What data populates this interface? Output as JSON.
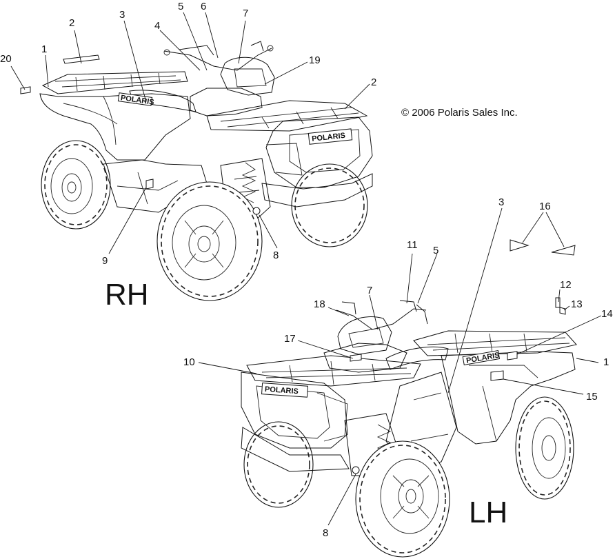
{
  "copyright": "© 2006 Polaris Sales Inc.",
  "views": {
    "rh": {
      "label": "RH",
      "brand": "POLARIS",
      "callouts": [
        "20",
        "1",
        "2",
        "3",
        "4",
        "5",
        "6",
        "7",
        "19",
        "2",
        "9",
        "8"
      ]
    },
    "lh": {
      "label": "LH",
      "brand": "POLARIS",
      "callouts": [
        "3",
        "16",
        "11",
        "5",
        "12",
        "13",
        "14",
        "18",
        "7",
        "17",
        "10",
        "1",
        "15",
        "8"
      ]
    }
  },
  "icons": {
    "rh_view": "atv-right-side-drawing",
    "lh_view": "atv-left-side-drawing"
  }
}
